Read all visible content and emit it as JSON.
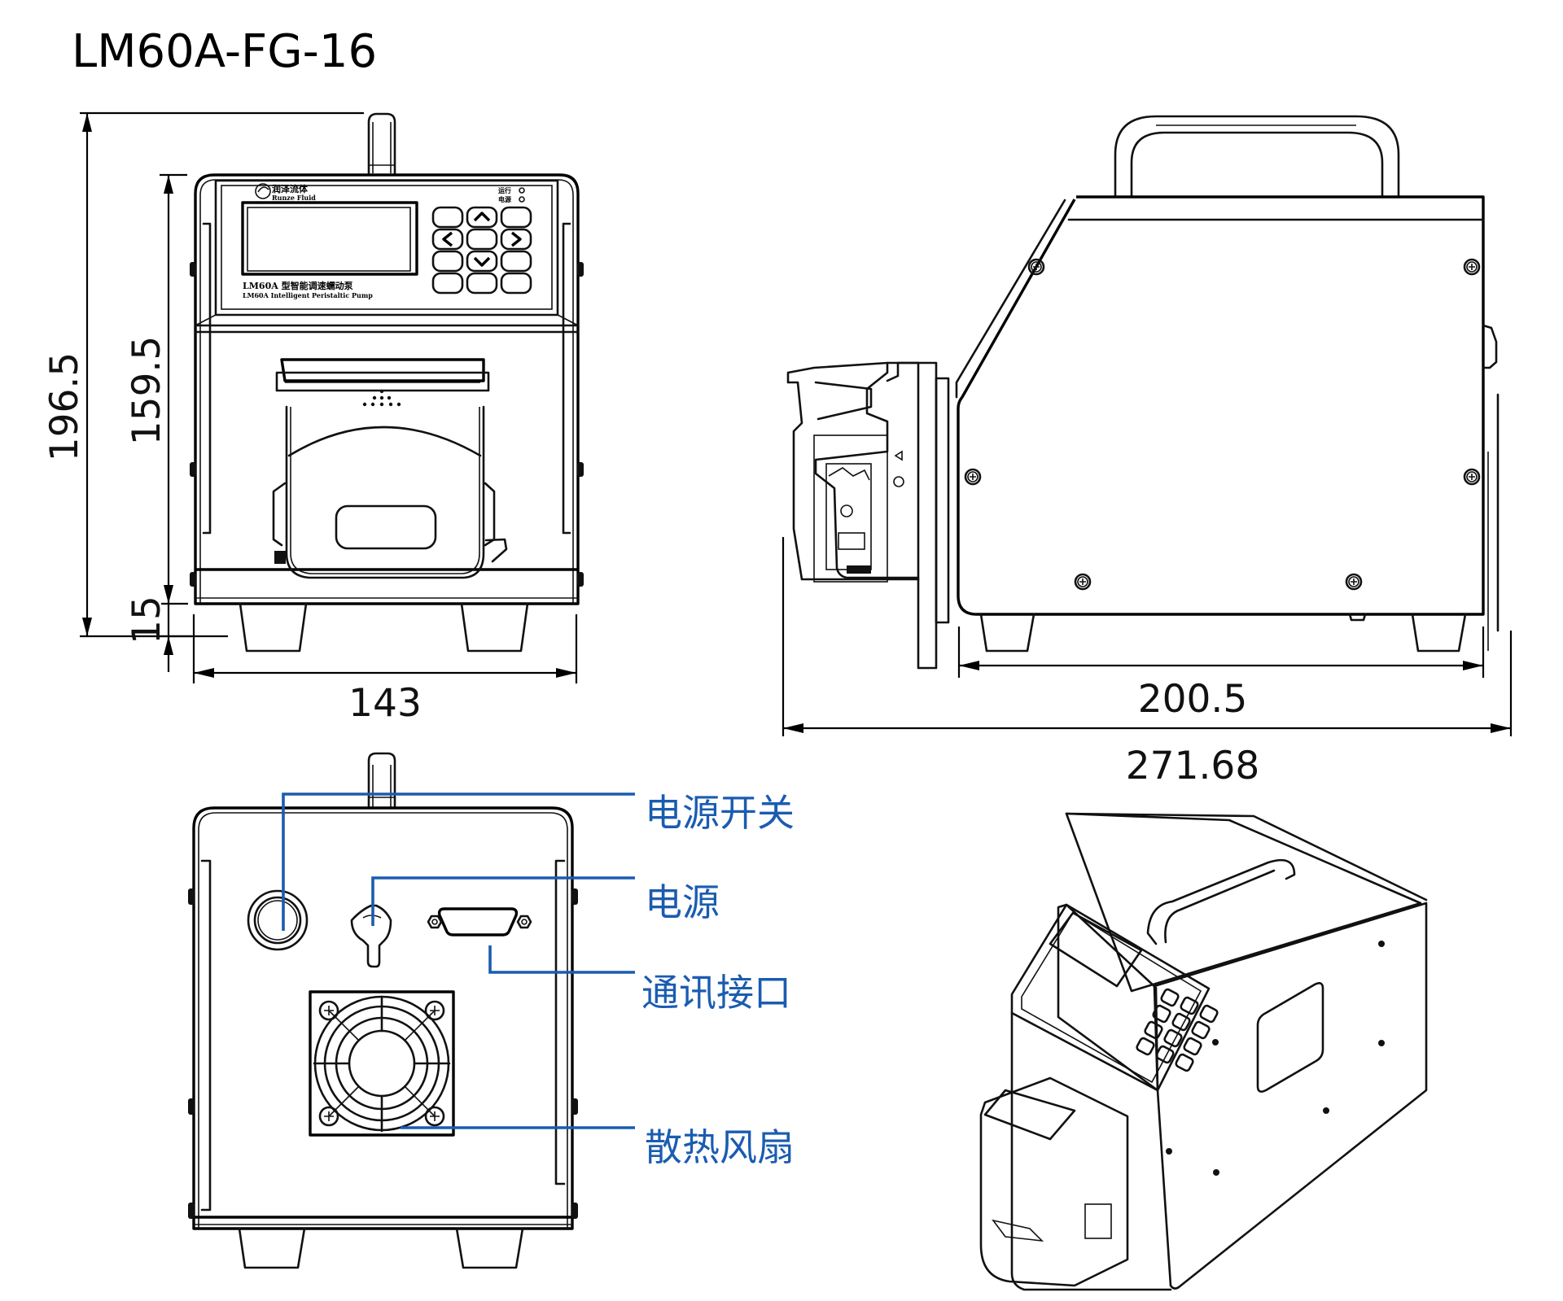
{
  "title": "LM60A-FG-16",
  "front_view": {
    "brand_cn": "润泽流体",
    "brand_en": "Runze Fluid",
    "indicator_run": "运行",
    "indicator_power": "电源",
    "model_cn": "LM60A 型智能调速蠕动泵",
    "model_en": "LM60A Intelligent Peristaltic Pump",
    "keypad_icons": [
      "blank-key",
      "up-arrow-key",
      "blank-key",
      "left-arrow-key",
      "blank-key",
      "right-arrow-key",
      "blank-key",
      "down-arrow-key",
      "blank-key",
      "blank-key",
      "blank-key",
      "blank-key"
    ]
  },
  "dimensions": {
    "unit": "mm",
    "total_height": "196.5",
    "body_height": "159.5",
    "foot_height": "15",
    "width": "143",
    "body_length": "200.5",
    "total_length": "271.68"
  },
  "back_view_callouts": [
    {
      "id": "power-switch",
      "label": "电源开关"
    },
    {
      "id": "power-socket",
      "label": "电源"
    },
    {
      "id": "comm-port",
      "label": "通讯接口"
    },
    {
      "id": "cooling-fan",
      "label": "散热风扇"
    }
  ],
  "colors": {
    "callout_blue": "#1a5cb0",
    "key_red": "#c8202a",
    "key_orange": "#e05a20",
    "line": "#111111"
  }
}
